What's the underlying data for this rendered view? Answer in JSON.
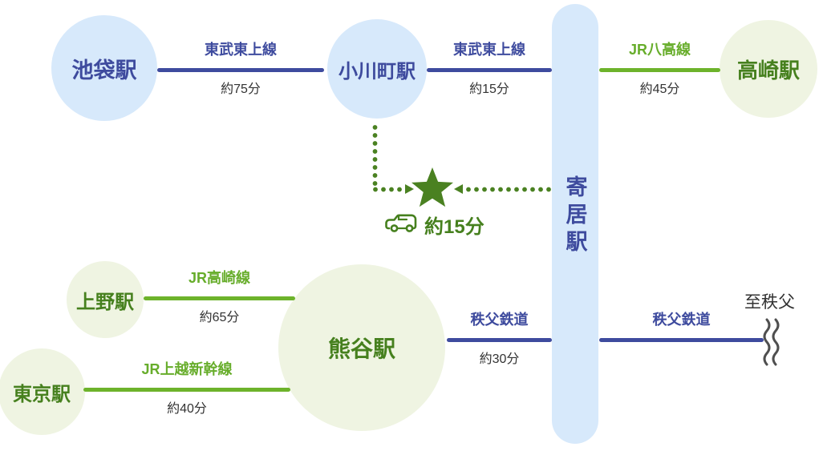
{
  "map": {
    "stations": {
      "ikebukuro": {
        "label": "池袋駅"
      },
      "ogawamachi": {
        "label": "小川町駅"
      },
      "yorii": {
        "label": "寄居駅"
      },
      "takasaki": {
        "label": "高崎駅"
      },
      "ueno": {
        "label": "上野駅"
      },
      "kumagaya": {
        "label": "熊谷駅"
      },
      "tokyo": {
        "label": "東京駅"
      }
    },
    "segments": {
      "tobu_tojo_1": {
        "line": "東武東上線",
        "time": "約75分"
      },
      "tobu_tojo_2": {
        "line": "東武東上線",
        "time": "約15分"
      },
      "jr_hachiko": {
        "line": "JR八高線",
        "time": "約45分"
      },
      "jr_takasaki": {
        "line": "JR高崎線",
        "time": "約65分"
      },
      "jr_joetsu_shinkansen": {
        "line": "JR上越新幹線",
        "time": "約40分"
      },
      "chichibu_railway_west": {
        "line": "秩父鉄道",
        "time": "約30分"
      },
      "chichibu_railway_east": {
        "line": "秩父鉄道"
      }
    },
    "car_route": {
      "time": "約15分"
    },
    "to_chichibu": {
      "label": "至秩父"
    },
    "colors": {
      "navy": "#3e4b9e",
      "light_blue": "#d7e9fb",
      "green_line": "#6db32b",
      "dark_green": "#46801e",
      "light_green": "#eff4e2",
      "text_dark": "#333333",
      "star_green": "#4a8121"
    }
  }
}
